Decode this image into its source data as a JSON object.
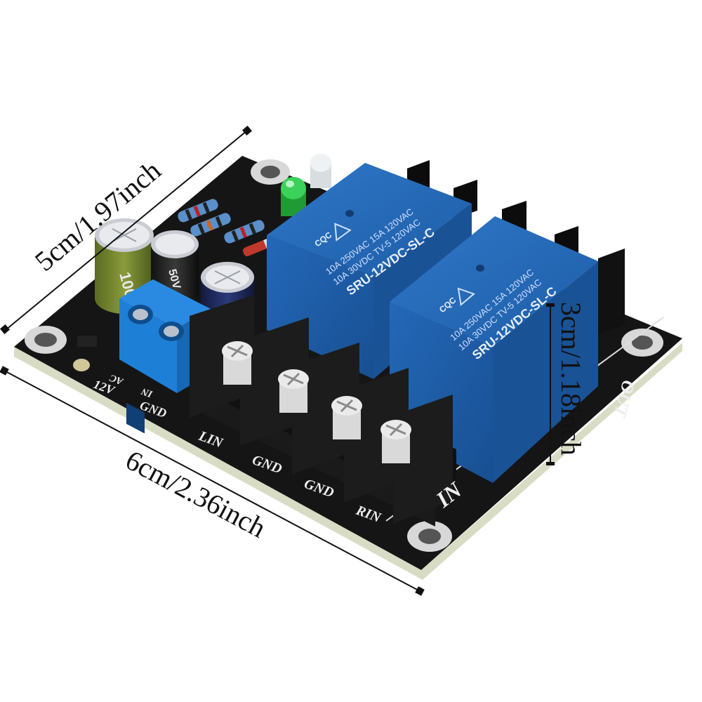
{
  "dimensions": {
    "width_label": "5cm/1.97inch",
    "length_label": "6cm/2.36inch",
    "height_label": "3cm/1.18inch"
  },
  "board": {
    "terminal_labels": [
      "12V",
      "GND",
      "LIN",
      "GND",
      "GND",
      "RIN"
    ],
    "edge_labels": {
      "in": "IN",
      "out": "OUT"
    },
    "small_terminal_labels": [
      "AC",
      "IN"
    ]
  },
  "relays": [
    {
      "line1": "10A 250VAC  15A 120VAC",
      "line2": "10A 30VDC  TV-5 120VAC",
      "model": "SRU-12VDC-SL-C",
      "cert": "CQC"
    },
    {
      "line1": "10A 250VAC  15A 120VAC",
      "line2": "10A 30VDC  TV-5 120VAC",
      "model": "SRU-12VDC-SL-C",
      "cert": "CQC"
    }
  ],
  "capacitors": [
    {
      "label": "100μF"
    },
    {
      "label": "50V"
    }
  ],
  "colors": {
    "pcb": "#151515",
    "relay": "#1f5fa8",
    "terminal_block": "#1e7fd6",
    "barrier_block": "#1a1a1a",
    "led": "#2ecc40"
  }
}
